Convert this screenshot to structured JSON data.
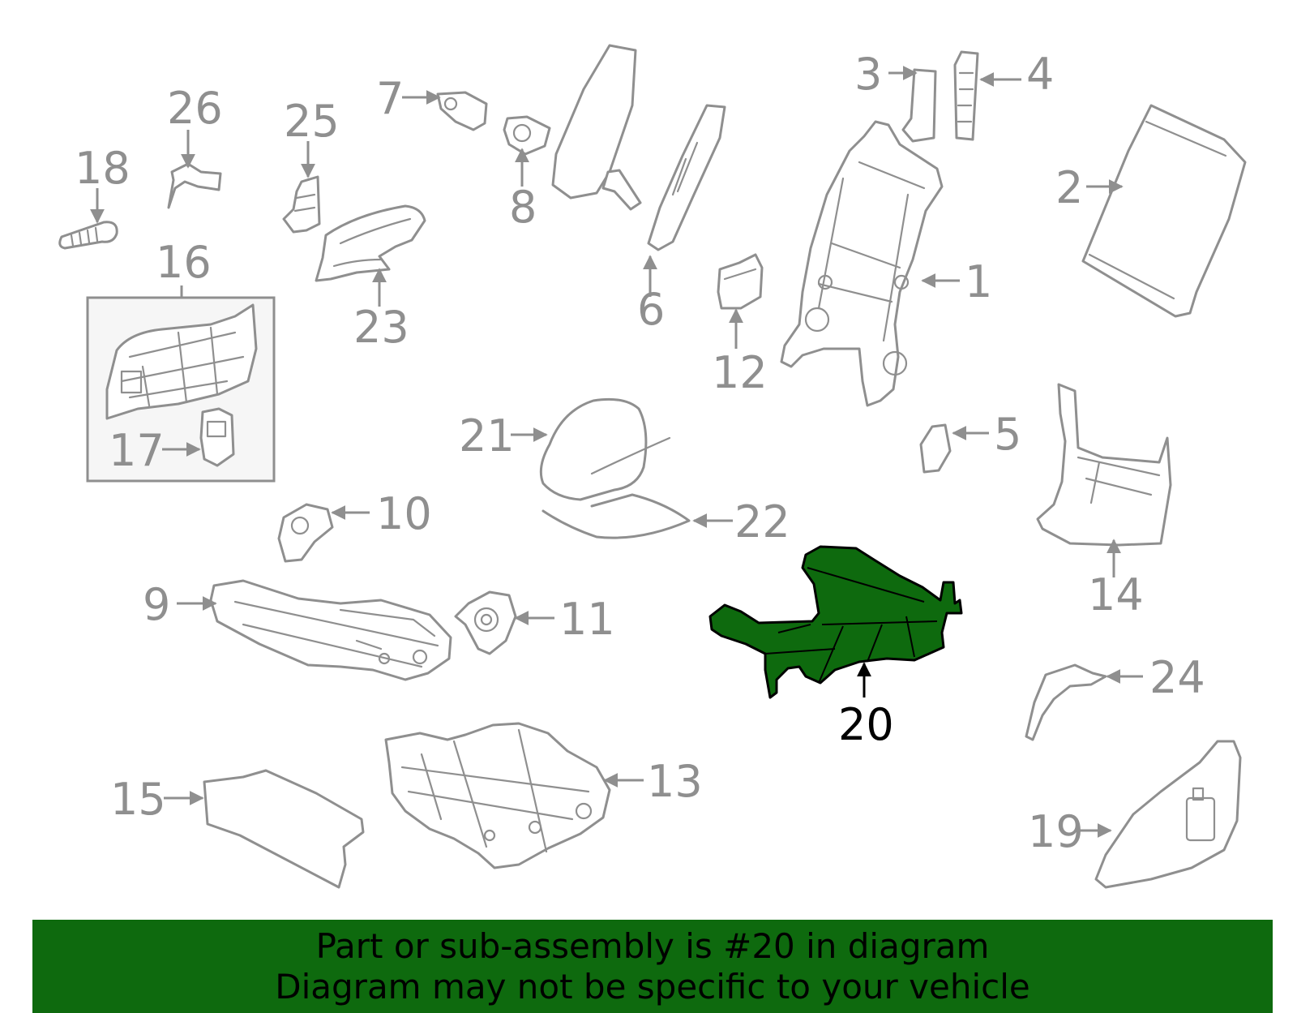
{
  "diagram": {
    "callouts": [
      "1",
      "2",
      "3",
      "4",
      "5",
      "6",
      "7",
      "8",
      "9",
      "10",
      "11",
      "12",
      "13",
      "14",
      "15",
      "16",
      "17",
      "18",
      "19",
      "20",
      "21",
      "22",
      "23",
      "24",
      "25",
      "26"
    ],
    "highlighted_callout": "20"
  },
  "banner": {
    "line1": "Part or sub-assembly is #20 in diagram",
    "line2": "Diagram may not be specific to your vehicle",
    "background": "#0e6a0e",
    "highlight_color": "#0e6a0e"
  }
}
